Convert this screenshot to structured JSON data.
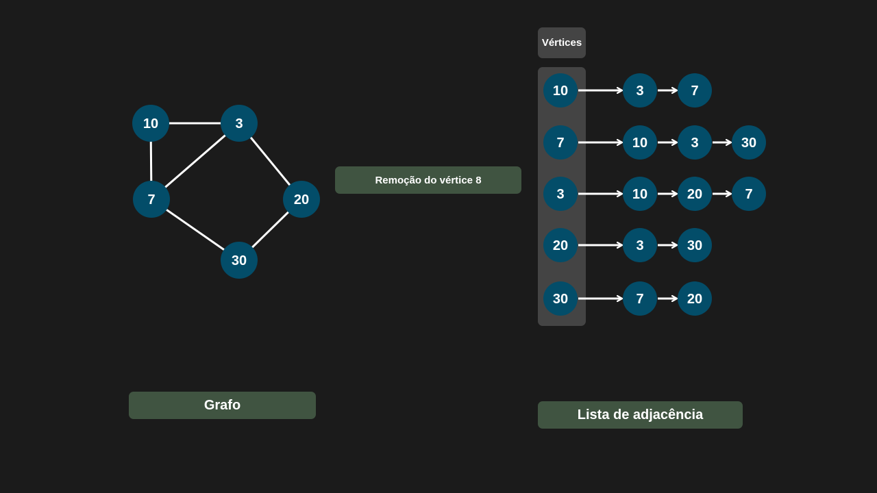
{
  "colors": {
    "background": "#1b1b1b",
    "node_fill": "#034d69",
    "edge": "#ffffff",
    "label_box": "#405441",
    "vertex_column": "#444444"
  },
  "operation_label": "Remoção do vértice 8",
  "graph": {
    "caption": "Grafo",
    "nodes": [
      "10",
      "3",
      "7",
      "20",
      "30"
    ],
    "edges": [
      [
        "10",
        "3"
      ],
      [
        "10",
        "7"
      ],
      [
        "3",
        "7"
      ],
      [
        "3",
        "20"
      ],
      [
        "7",
        "30"
      ],
      [
        "20",
        "30"
      ]
    ]
  },
  "adjacency_list": {
    "caption": "Lista de adjacência",
    "header": "Vértices",
    "rows": [
      {
        "vertex": "10",
        "neighbors": [
          "3",
          "7"
        ]
      },
      {
        "vertex": "7",
        "neighbors": [
          "10",
          "3",
          "30"
        ]
      },
      {
        "vertex": "3",
        "neighbors": [
          "10",
          "20",
          "7"
        ]
      },
      {
        "vertex": "20",
        "neighbors": [
          "3",
          "30"
        ]
      },
      {
        "vertex": "30",
        "neighbors": [
          "7",
          "20"
        ]
      }
    ]
  }
}
